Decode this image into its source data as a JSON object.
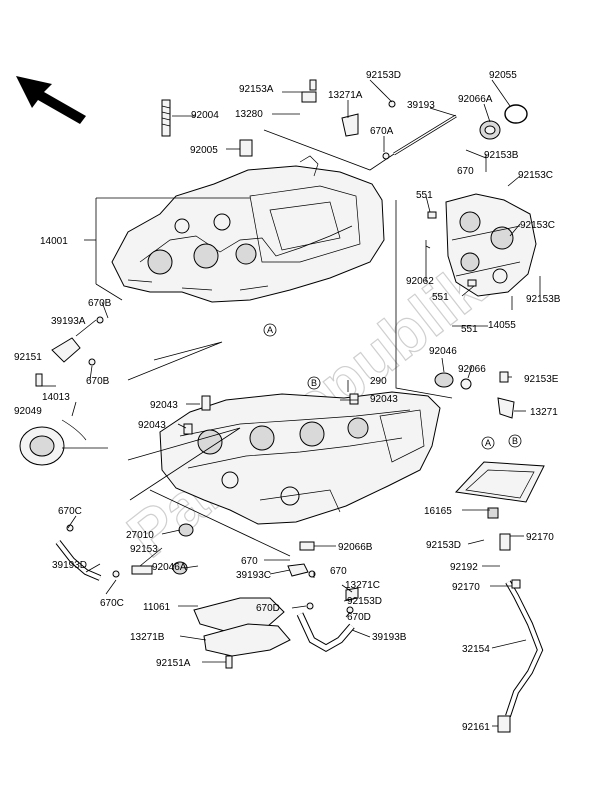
{
  "watermark": "PartsRepublik",
  "ref_markers": {
    "a": "A",
    "b": "B"
  },
  "labels": {
    "l92153A_top": "92153A",
    "l92153D_top": "92153D",
    "l92055": "92055",
    "l13271A": "13271A",
    "l39193": "39193",
    "l92066A": "92066A",
    "l13280": "13280",
    "l92004": "92004",
    "l670A": "670A",
    "l92005": "92005",
    "l670": "670",
    "l92153B_top": "92153B",
    "l92153C_1": "92153C",
    "l551_a": "551",
    "l14001": "14001",
    "l92153C_2": "92153C",
    "l92062": "92062",
    "l551_b": "551",
    "l92153B_2": "92153B",
    "l670B_1": "670B",
    "l39193A": "39193A",
    "l551_c": "551",
    "l14055": "14055",
    "l92151": "92151",
    "l670B_2": "670B",
    "l14013": "14013",
    "l92046": "92046",
    "l92066": "92066",
    "l290": "290",
    "l92153E": "92153E",
    "l92049": "92049",
    "l92043_1": "92043",
    "l92043_2": "92043",
    "l92043_3": "92043",
    "l13271": "13271",
    "l16165": "16165",
    "l670C_1": "670C",
    "l27010": "27010",
    "l92153": "92153",
    "l92066B": "92066B",
    "l92153D_mid": "92153D",
    "l92170_1": "92170",
    "l670_2": "670",
    "l39193C": "39193C",
    "l670_3": "670",
    "l92192": "92192",
    "l39193D": "39193D",
    "l670C_2": "670C",
    "l92046A": "92046A",
    "l13271C": "13271C",
    "l92170_2": "92170",
    "l11061": "11061",
    "l92153D_low": "92153D",
    "l670D_1": "670D",
    "l670D_2": "670D",
    "l13271B": "13271B",
    "l39193B": "39193B",
    "l32154": "32154",
    "l92151A": "92151A",
    "l92161": "92161"
  }
}
